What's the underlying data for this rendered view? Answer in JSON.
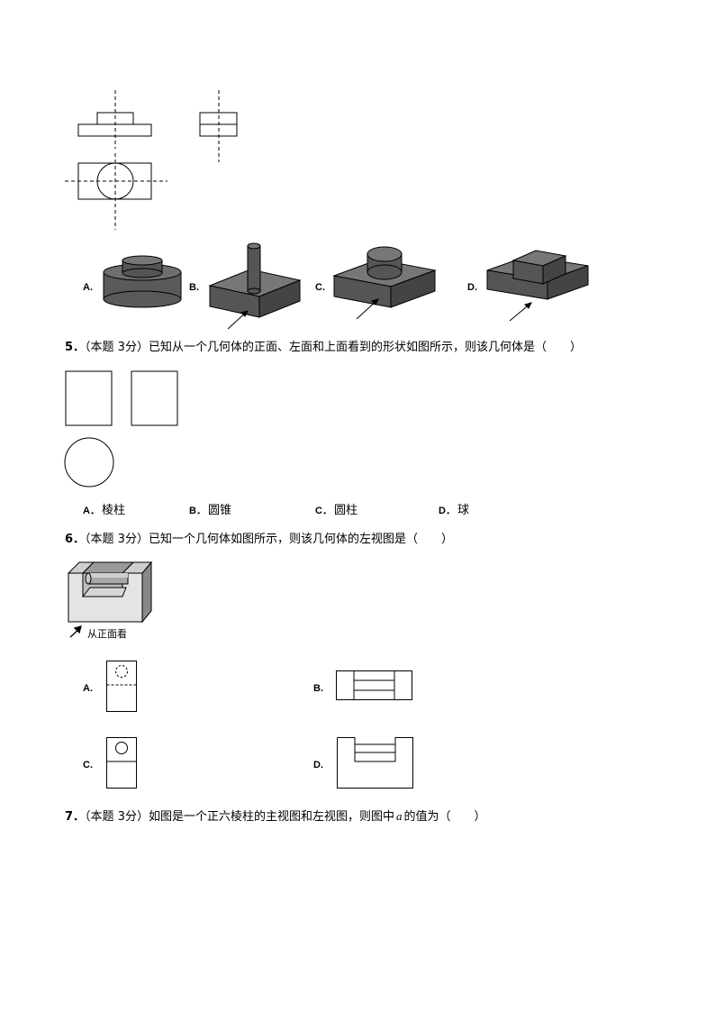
{
  "q4": {
    "options": [
      {
        "label": "A."
      },
      {
        "label": "B."
      },
      {
        "label": "C."
      },
      {
        "label": "D."
      }
    ]
  },
  "q5": {
    "number": "5．",
    "score": "（本题 3分）",
    "stem": "已知从一个几何体的正面、左面和上面看到的形状如图所示，则该几何体是（　　）",
    "options": [
      {
        "label": "A．",
        "text": "棱柱"
      },
      {
        "label": "B．",
        "text": "圆锥"
      },
      {
        "label": "C．",
        "text": "圆柱"
      },
      {
        "label": "D．",
        "text": "球"
      }
    ]
  },
  "q6": {
    "number": "6．",
    "score": "（本题 3分）",
    "stem": "已知一个几何体如图所示，则该几何体的左视图是（　　）",
    "view_caption": "从正面看",
    "options": [
      {
        "label": "A."
      },
      {
        "label": "B."
      },
      {
        "label": "C."
      },
      {
        "label": "D."
      }
    ]
  },
  "q7": {
    "number": "7．",
    "score": "（本题 3分）",
    "stem_before": "如图是一个正六棱柱的主视图和左视图，则图中",
    "variable": "a",
    "stem_after": "的值为（　　）"
  }
}
